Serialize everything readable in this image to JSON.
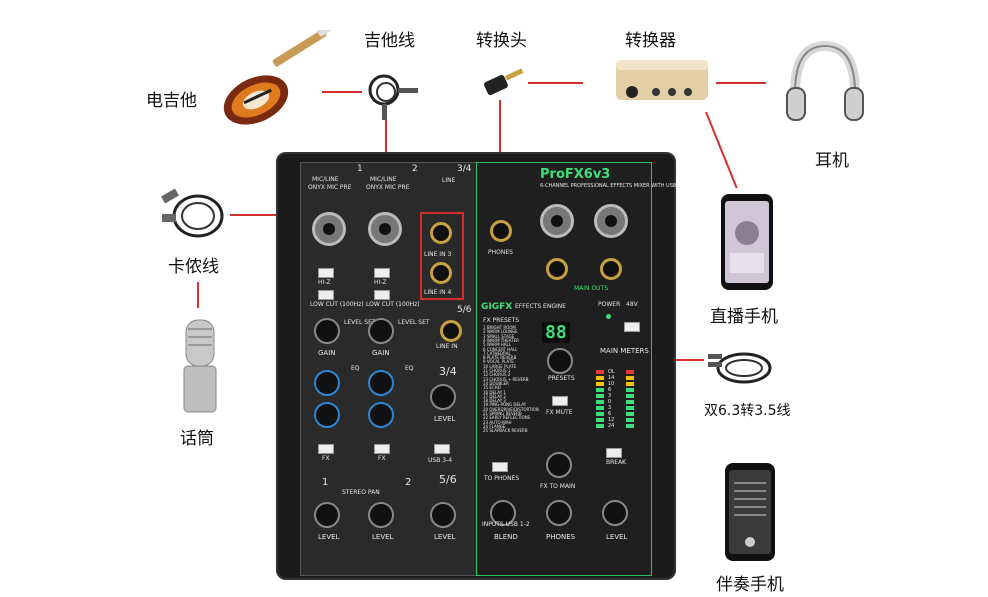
{
  "labels": {
    "electric_guitar": "电吉他",
    "guitar_cable": "吉他线",
    "adapter_plug": "转换头",
    "converter": "转换器",
    "headphones": "耳机",
    "xlr_cable": "卡侬线",
    "microphone": "话筒",
    "live_phone": "直播手机",
    "dual_cable": "双6.3转3.5线",
    "backing_phone": "伴奏手机"
  },
  "mixer": {
    "brand": "ProFX6v3",
    "subtitle": "6-CHANNEL PROFESSIONAL EFFECTS MIXER WITH USB",
    "ch1": "1",
    "ch2": "2",
    "ch34": "3/4",
    "ch56": "5/6",
    "mic_line": "MIC/LINE",
    "onyx": "ONYX MIC PRE",
    "line": "LINE",
    "line_in_3": "LINE IN 3",
    "line_in_4": "LINE IN 4",
    "line_in": "LINE IN",
    "phones": "PHONES",
    "main_outs": "MAIN OUTS",
    "gigfx": "GIGFX",
    "effects_engine": "EFFECTS ENGINE",
    "fx_presets": "FX PRESETS",
    "fx_display": "88",
    "presets": "PRESETS",
    "fx_mute": "FX MUTE",
    "power": "POWER",
    "v48": "48V",
    "main_meters": "MAIN METERS",
    "hiz": "HI-Z",
    "low_cut": "LOW CUT (100Hz)",
    "gain": "GAIN",
    "eq": "EQ",
    "fx": "FX",
    "level": "LEVEL",
    "stereo_pan": "STEREO PAN",
    "usb34": "USB 3-4",
    "to_phones": "TO PHONES",
    "fx_to_main": "FX TO MAIN",
    "blend": "BLEND",
    "inputs_usb": "INPUTS USB 1-2",
    "break": "BREAK",
    "level_set": "LEVEL SET"
  },
  "preset_list": [
    "BRIGHT ROOM",
    "WARM LOUNGE",
    "SMALL STAGE",
    "WARM THEATER",
    "WARM HALL",
    "CONCERT HALL",
    "CATHEDRAL",
    "PLATE REVERB",
    "VOCAL PLATE",
    "LARGE PLATE",
    "CHORUS 1",
    "CHORUS 2",
    "CHORUS + REVERB",
    "DOUBLER",
    "ECHO",
    "DELAY 1",
    "DELAY 2",
    "DELAY 3",
    "PING-PONG DELAY",
    "OVERDRIVE/DISTORTION",
    "SPRING REVERB",
    "EARLY REFLECTIONS",
    "AUTO-WAH",
    "FLANGE",
    "SLAPBACK REVERB"
  ],
  "meter_labels": [
    "OL",
    "14",
    "10",
    "6",
    "3",
    "0",
    "3",
    "6",
    "12",
    "24"
  ],
  "colors": {
    "connector_line": "#d32f2f",
    "accent_green": "#3ee07b"
  }
}
